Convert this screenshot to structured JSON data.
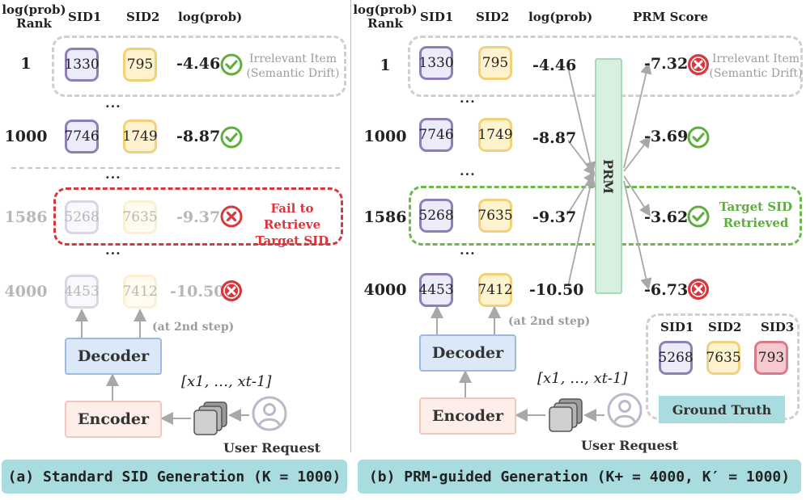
{
  "headers": {
    "rank_line1": "log(prob)",
    "rank_line2": "Rank",
    "sid1": "SID1",
    "sid2": "SID2",
    "logprob": "log(prob)",
    "prm_score": "PRM Score"
  },
  "left": {
    "rows": [
      {
        "rank": "1",
        "sid1": "1330",
        "sid2": "795",
        "logprob": "-4.46"
      },
      {
        "rank": "1000",
        "sid1": "7746",
        "sid2": "1749",
        "logprob": "-8.87"
      },
      {
        "rank": "1586",
        "sid1": "5268",
        "sid2": "7635",
        "logprob": "-9.37"
      },
      {
        "rank": "4000",
        "sid1": "4453",
        "sid2": "7412",
        "logprob": "-10.50"
      }
    ],
    "irrelevant_line1": "Irrelevant Item",
    "irrelevant_line2": "(Semantic Drift)",
    "fail_line1": "Fail to Retrieve",
    "fail_line2": "Target SID",
    "dots": "...",
    "at_step": "(at 2nd step)",
    "decoder": "Decoder",
    "encoder": "Encoder",
    "context": "[x1, …, xt-1]",
    "user_request": "User Request",
    "caption": "(a) Standard SID Generation (K = 1000)"
  },
  "right": {
    "rows": [
      {
        "rank": "1",
        "sid1": "1330",
        "sid2": "795",
        "logprob": "-4.46",
        "prm": "-7.32"
      },
      {
        "rank": "1000",
        "sid1": "7746",
        "sid2": "1749",
        "logprob": "-8.87",
        "prm": "-3.69"
      },
      {
        "rank": "1586",
        "sid1": "5268",
        "sid2": "7635",
        "logprob": "-9.37",
        "prm": "-3.62"
      },
      {
        "rank": "4000",
        "sid1": "4453",
        "sid2": "7412",
        "logprob": "-10.50",
        "prm": "-6.73"
      }
    ],
    "prm_label": "PRM",
    "irrelevant_line1": "Irrelevant Item",
    "irrelevant_line2": "(Semantic Drift)",
    "target_line1": "Target SID",
    "target_line2": "Retrieved",
    "dots": "...",
    "at_step": "(at 2nd step)",
    "decoder": "Decoder",
    "encoder": "Encoder",
    "context": "[x1, …, xt-1]",
    "user_request": "User Request",
    "gt": {
      "sid1_label": "SID1",
      "sid2_label": "SID2",
      "sid3_label": "SID3",
      "sid1": "5268",
      "sid2": "7635",
      "sid3": "793",
      "label": "Ground Truth"
    },
    "caption": "(b) PRM-guided Generation (K+ = 4000, K′ = 1000)"
  },
  "colors": {
    "check_green": "#5fae3e",
    "cross_red": "#d9363e",
    "caption_teal": "#a8dcdf"
  }
}
